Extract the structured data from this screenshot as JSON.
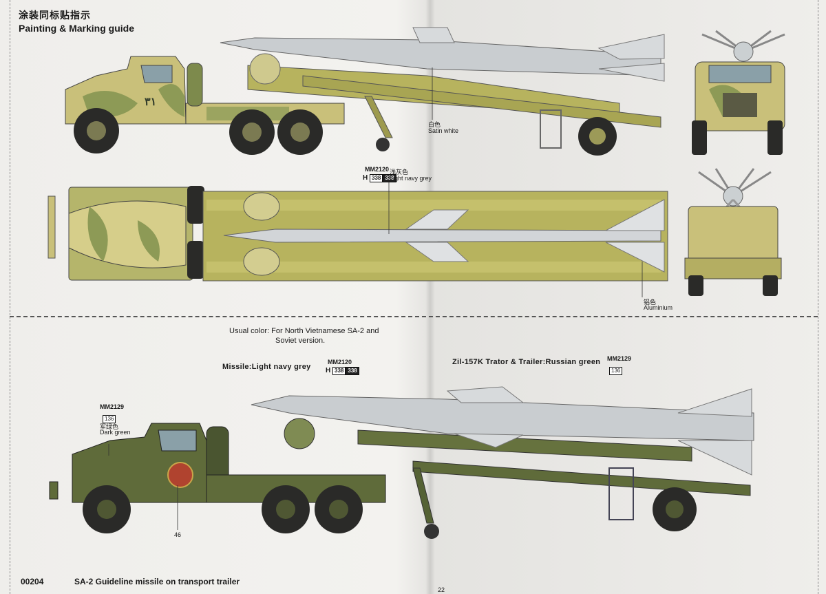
{
  "header": {
    "title_cn": "涂装同标贴指示",
    "title_en": "Painting & Marking guide"
  },
  "callouts": {
    "satin_white": {
      "cn": "白色",
      "en": "Satin white"
    },
    "light_navy": {
      "code": "MM2120",
      "h_prefix": "H",
      "chip_a": "338",
      "chip_b": "338",
      "cn": "浅灰色",
      "en": "Light navy grey"
    },
    "aluminium": {
      "cn": "铝色",
      "en": "Aluminium"
    },
    "dark_green": {
      "code": "MM2129",
      "chip": "136",
      "cn": "军绿色",
      "en": "Dark green"
    },
    "part_number": "46"
  },
  "notes": {
    "usual_color_line1": "Usual color: For North Vietnamese SA-2 and",
    "usual_color_line2": "Soviet version.",
    "missile_label": "Missile:Light navy grey",
    "missile_code": "MM2120",
    "missile_h": "H",
    "missile_chip_a": "338",
    "missile_chip_b": "338",
    "truck_label": "Zil-157K Trator & Trailer:Russian green",
    "truck_code": "MM2129",
    "truck_chip": "136"
  },
  "footer": {
    "number": "00204",
    "title": "SA-2  Guideline missile on transport trailer",
    "page": "22"
  },
  "decal": {
    "arabic": "٣١"
  },
  "colors": {
    "camo_sand": "#c9c07a",
    "camo_green": "#8d9a56",
    "missile_silver": "#c9cdd0",
    "trailer_olive": "#a9a650",
    "russian_green": "#5f6b3a",
    "tire": "#2a2a28"
  }
}
